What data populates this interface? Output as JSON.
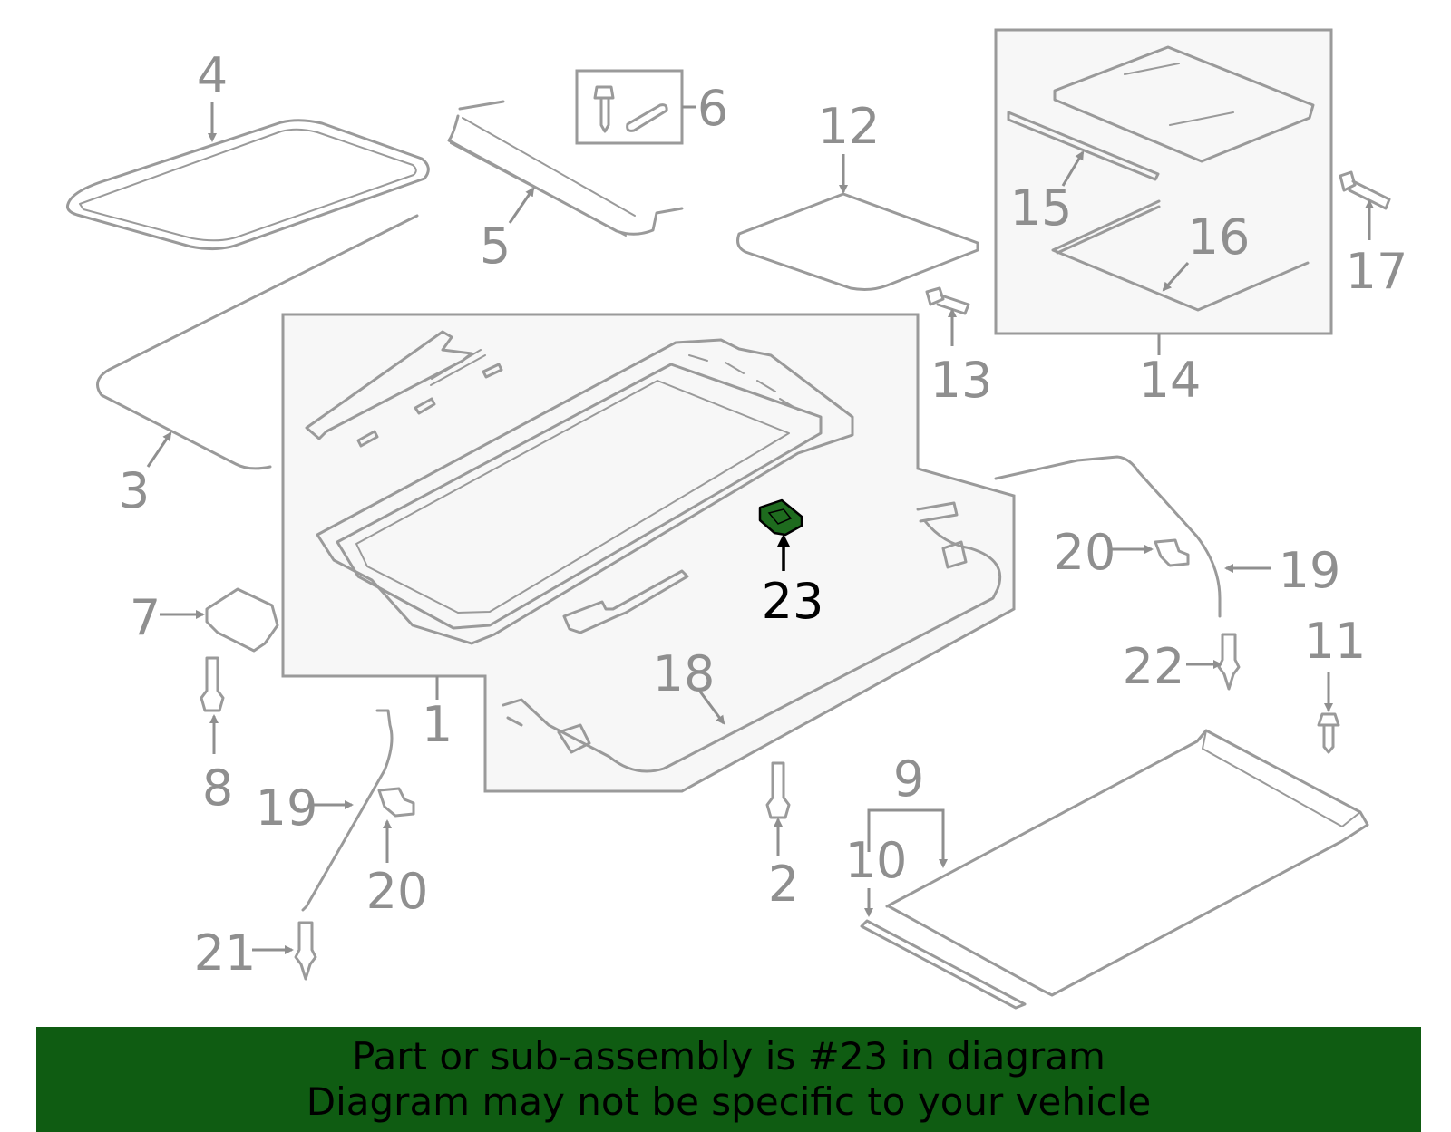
{
  "callouts": {
    "c1": "1",
    "c2": "2",
    "c3": "3",
    "c4": "4",
    "c5": "5",
    "c6": "6",
    "c7": "7",
    "c8": "8",
    "c9": "9",
    "c10": "10",
    "c11": "11",
    "c12": "12",
    "c13": "13",
    "c14": "14",
    "c15": "15",
    "c16": "16",
    "c17": "17",
    "c18": "18",
    "c19a": "19",
    "c19b": "19",
    "c20a": "20",
    "c20b": "20",
    "c21": "21",
    "c22": "22",
    "c23": "23"
  },
  "banner": {
    "line1": "Part or sub-assembly is #23 in diagram",
    "line2": "Diagram may not be specific to your vehicle"
  },
  "colors": {
    "highlight_part": "#1e6b1e",
    "banner_bg": "#0f5c12",
    "line": "#9a9a9a"
  }
}
